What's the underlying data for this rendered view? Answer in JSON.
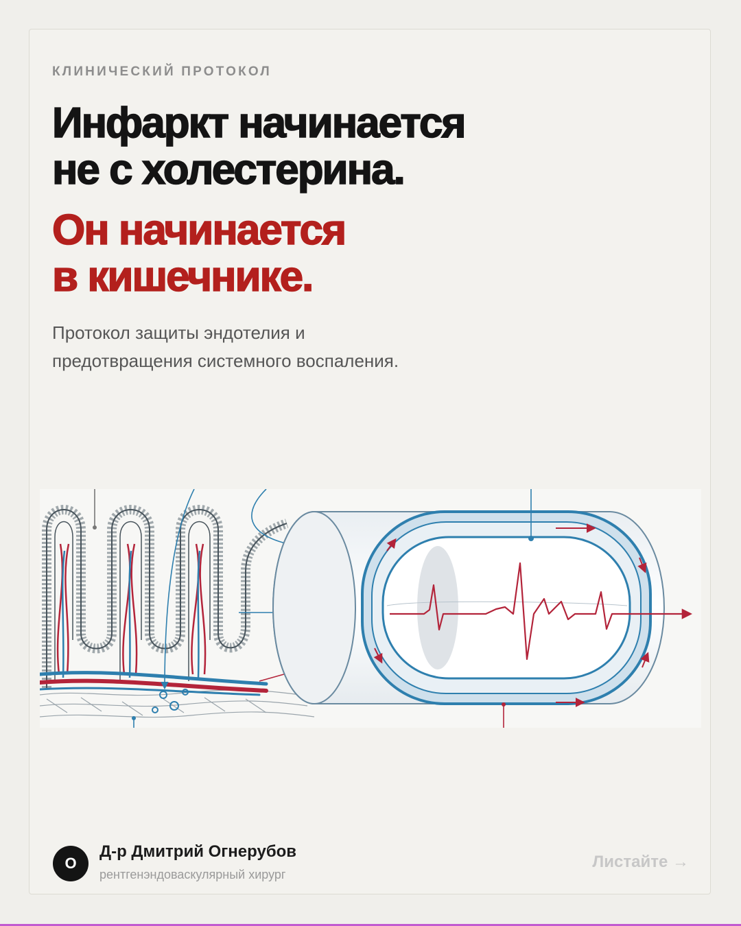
{
  "eyebrow": "КЛИНИЧЕСКИЙ ПРОТОКОЛ",
  "headline": {
    "line1": "Инфаркт начинается",
    "line2": "не с холестерина."
  },
  "accent_headline": {
    "line1": "Он начинается",
    "line2": "в кишечнике."
  },
  "subtitle": {
    "line1": "Протокол защиты эндотелия и",
    "line2": "предотвращения системного воспаления."
  },
  "author": {
    "avatar_letter": "О",
    "name": "Д-р Дмитрий Огнерубов",
    "role": "рентгенэндоваскулярный хирург"
  },
  "cta": "Листайте →",
  "colors": {
    "background": "#f0efeb",
    "headline": "#141414",
    "accent": "#b3201d",
    "vessel_blue": "#2e7fae",
    "vessel_red": "#b3243a"
  }
}
